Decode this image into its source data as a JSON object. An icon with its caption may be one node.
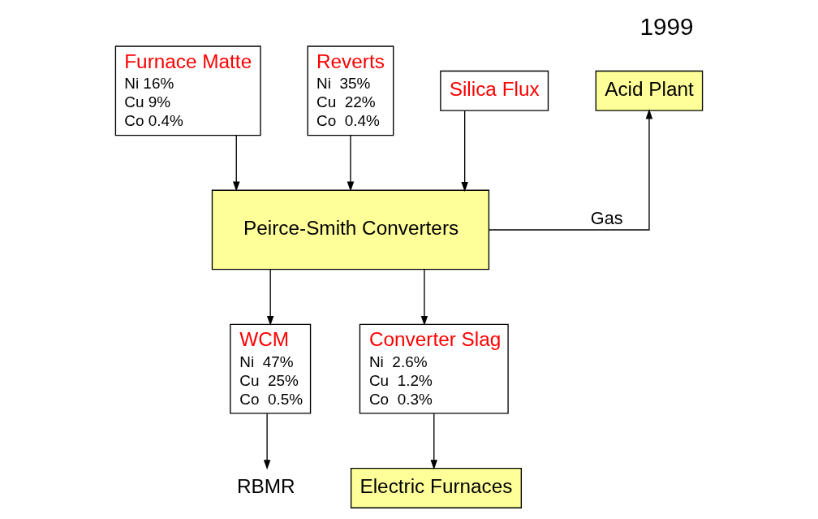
{
  "diagram": {
    "title": "1999",
    "nodes": [
      {
        "text": [
          "Furnace Matte",
          "Ni 16%",
          "Cu 9%",
          "Co 0.4%"
        ]
      },
      {
        "text": [
          "Reverts",
          "Ni  35%",
          "Cu  22%",
          "Co  0.4%"
        ]
      },
      {
        "text": [
          "Acid Plant"
        ]
      },
      {
        "text": [
          "Silica Flux"
        ]
      },
      {
        "text": [
          "Peirce-Smith Converters"
        ]
      },
      {
        "text": [
          "WCM",
          "Ni  47%",
          "Cu  25%",
          "Co  0.5%"
        ]
      },
      {
        "text": [
          "Converter Slag",
          "Ni  2.6%",
          "Cu  1.2%",
          "Co  0.3%"
        ]
      },
      {
        "text": [
          "Electric Furnaces"
        ]
      },
      {
        "text": [
          "RBMR"
        ]
      }
    ],
    "edges": [
      {
        "from": 1,
        "to": 4,
        "arrow": "to"
      },
      {
        "from": 0,
        "to": 4,
        "arrow": "to"
      },
      {
        "from": 3,
        "to": 4,
        "arrow": "to"
      },
      {
        "from": 4,
        "to": 2,
        "arrow": "to",
        "label": "Gas"
      },
      {
        "from": 4,
        "to": 6,
        "arrow": "to"
      },
      {
        "from": 4,
        "to": 5,
        "arrow": "to"
      },
      {
        "from": 5,
        "to": 8,
        "arrow": "to"
      },
      {
        "from": 6,
        "to": 7,
        "arrow": "to"
      }
    ]
  }
}
